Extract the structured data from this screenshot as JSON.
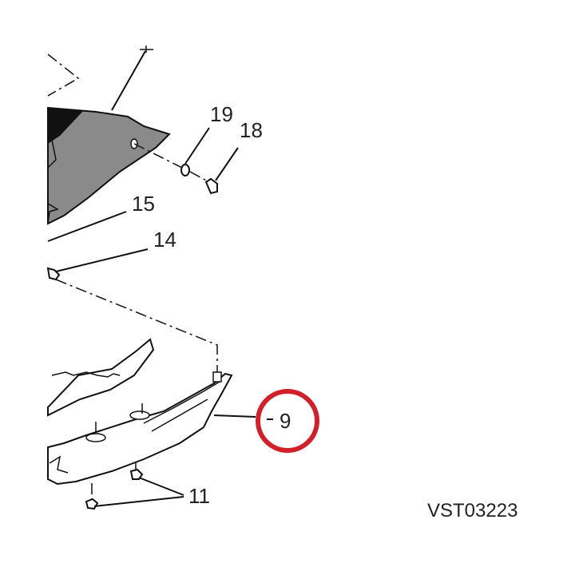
{
  "callouts": {
    "c19": "19",
    "c18": "18",
    "c15": "15",
    "c14": "14",
    "c9": "9",
    "c11": "11"
  },
  "drawing_code": "VST03223",
  "colors": {
    "highlight_ring": "#d0202a",
    "part_fill_gray": "#8a8a8a",
    "line": "#111111"
  }
}
